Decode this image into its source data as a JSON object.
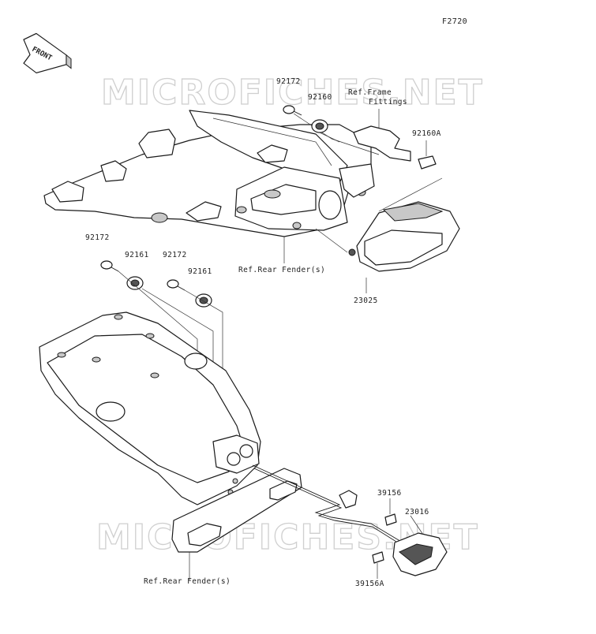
{
  "figure_code": "F2720",
  "front_label": "FRONT",
  "watermarks": [
    "MICROFICHES.NET",
    "MICROFICHES.NET"
  ],
  "callouts": [
    {
      "id": "c92172a",
      "text": "92172"
    },
    {
      "id": "c92160",
      "text": "92160"
    },
    {
      "id": "cRefFrame1",
      "text": "Ref.Frame"
    },
    {
      "id": "cRefFrame2",
      "text": "Fittings"
    },
    {
      "id": "c92160A",
      "text": "92160A"
    },
    {
      "id": "c92172b",
      "text": "92172"
    },
    {
      "id": "c92161a",
      "text": "92161"
    },
    {
      "id": "c92172c",
      "text": "92172"
    },
    {
      "id": "c92161b",
      "text": "92161"
    },
    {
      "id": "cRefRear1",
      "text": "Ref.Rear Fender(s)"
    },
    {
      "id": "c23025",
      "text": "23025"
    },
    {
      "id": "c39156",
      "text": "39156"
    },
    {
      "id": "c23016",
      "text": "23016"
    },
    {
      "id": "cRefRear2",
      "text": "Ref.Rear Fender(s)"
    },
    {
      "id": "c39156A",
      "text": "39156A"
    }
  ]
}
